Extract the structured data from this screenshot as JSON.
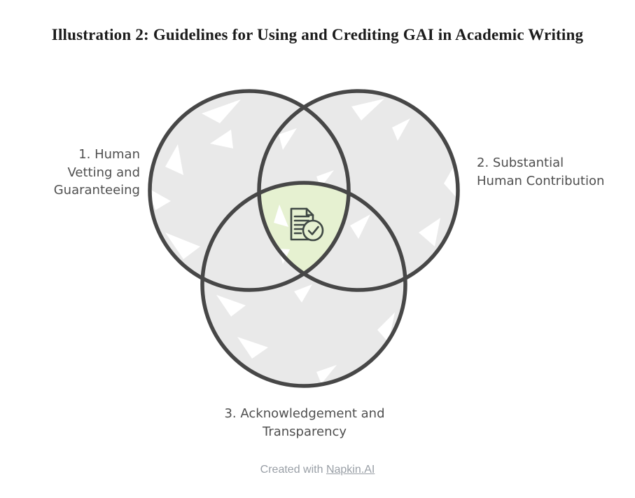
{
  "title": "Illustration 2: Guidelines for Using and Crediting GAI in Academic Writing",
  "diagram": {
    "type": "venn-3-circles",
    "sets": [
      {
        "label": "1. Human\nVetting and\nGuaranteeing"
      },
      {
        "label": "2. Substantial\nHuman Contribution"
      },
      {
        "label": "3. Acknowledgement and\nTransparency"
      }
    ],
    "center_icon": "document-check-icon",
    "colors": {
      "circle_fill": "#e9e9e9",
      "circle_stroke": "#474747",
      "triple_overlap_fill": "#e6f1d1",
      "label_text": "#4f4f4f",
      "icon_stroke": "#3f4844"
    }
  },
  "footer": {
    "prefix": "Created with",
    "link_label": "Napkin.AI"
  }
}
